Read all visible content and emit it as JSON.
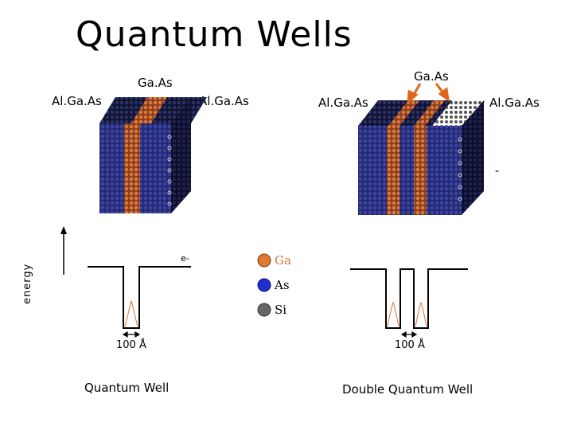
{
  "title": "Quantum Wells",
  "left_structure": {
    "top_label": "Ga.As",
    "left_label": "Al.Ga.As",
    "right_label": "Al.Ga.As",
    "caption": "Quantum Well",
    "width_label": "100 Å",
    "electron_label": "e-"
  },
  "right_structure": {
    "top_label": "Ga.As",
    "left_label": "Al.Ga.As",
    "right_label": "Al.Ga.As",
    "caption": "Double Quantum Well",
    "width_label": "100 Å",
    "minus_sign": "-"
  },
  "axis": {
    "energy_label": "energy"
  },
  "legend": [
    {
      "label": "Ga",
      "color": "#e07a30"
    },
    {
      "label": "As",
      "color": "#1f2fd0"
    },
    {
      "label": "Si",
      "color": "#666666"
    }
  ],
  "colors": {
    "blue": "#2a2f7a",
    "orange": "#d9733a",
    "top": "#1a1f4a",
    "arrow": "#e0661a"
  }
}
